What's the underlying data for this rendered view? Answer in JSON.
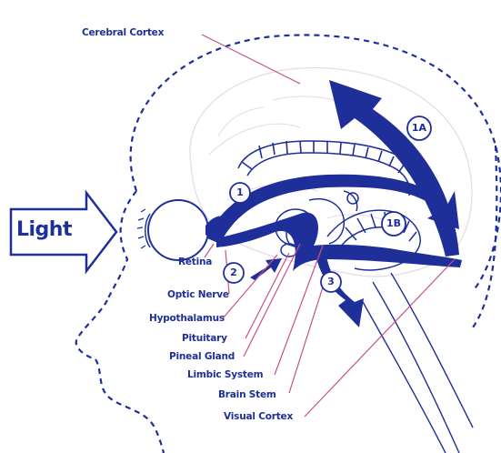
{
  "diagram": {
    "light_label": "Light",
    "cortex_label": "Cerebral Cortex",
    "labels": [
      "Retina",
      "Optic Nerve",
      "Hypothalamus",
      "Pituitary",
      "Pineal Gland",
      "Limbic System",
      "Brain Stem",
      "Visual Cortex"
    ],
    "pathway_markers": [
      "1A",
      "1",
      "1B",
      "2",
      "3"
    ]
  },
  "colors": {
    "ink": "#1f2f9a",
    "outline": "#1f2f9a",
    "leader_line": "#c8508a",
    "brain_texture": "#d8c8e0"
  }
}
